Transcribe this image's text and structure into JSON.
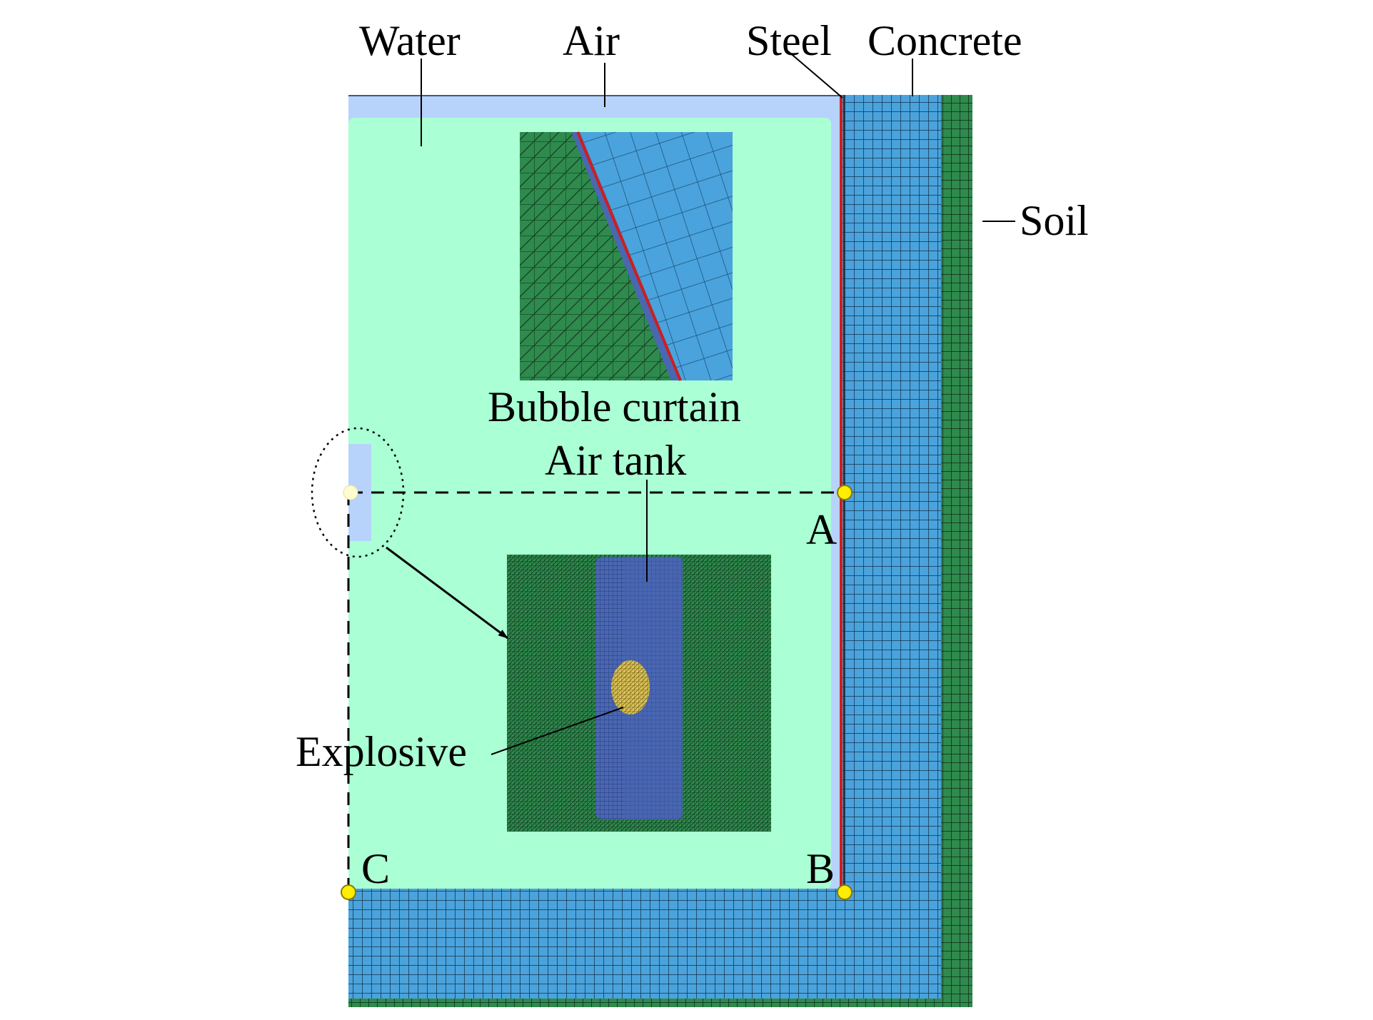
{
  "labels": {
    "water": "Water",
    "air": "Air",
    "steel": "Steel",
    "concrete": "Concrete",
    "soil": "Soil",
    "bubble_curtain": "Bubble curtain",
    "air_tank": "Air tank",
    "explosive": "Explosive",
    "point_a": "A",
    "point_b": "B",
    "point_c": "C"
  },
  "colors": {
    "water": "#aaffd4",
    "air": "#b7d3fb",
    "concrete": "#4aa3dc",
    "soil": "#2f8a4d",
    "steel": "#cc1f1f",
    "mesh_line": "#13324a",
    "bubble_mesh": "#2f8a4d",
    "air_tank": "#4a67b2",
    "explosive": "#dcc35a",
    "gauge_point": "#ffee00"
  },
  "icons": {
    "gauge_point": "yellow-circle-marker",
    "zoom_arrow": "arrow-right-down"
  }
}
